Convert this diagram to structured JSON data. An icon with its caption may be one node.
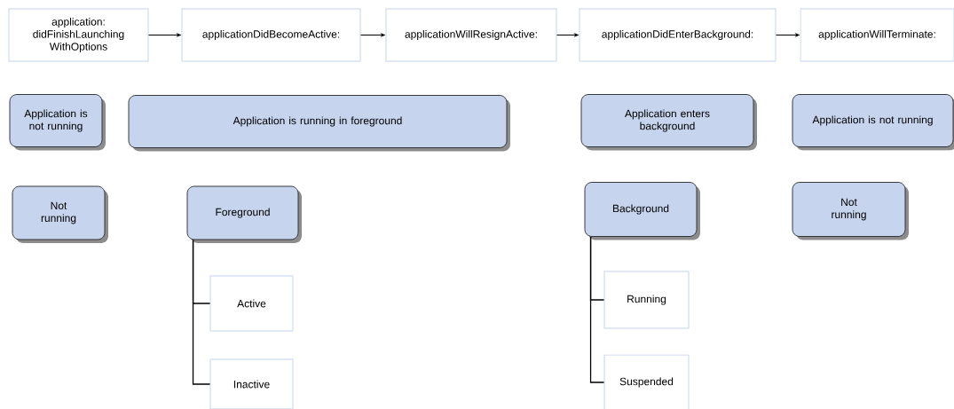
{
  "diagram": {
    "nodes": [
      {
        "text": [
          "application: didFinishLaunching WithOptions"
        ]
      },
      {
        "text": [
          "applicationDidBecomeActive:"
        ]
      },
      {
        "text": [
          "applicationWillResignActive:"
        ]
      },
      {
        "text": [
          "applicationDidEnterBackground:"
        ]
      },
      {
        "text": [
          "applicationWillTerminate:"
        ]
      },
      {
        "text": [
          "Application is not running"
        ]
      },
      {
        "text": [
          "Application is running in foreground"
        ]
      },
      {
        "text": [
          "Application enters background"
        ]
      },
      {
        "text": [
          "Application is not running"
        ]
      },
      {
        "text": [
          "Not running"
        ]
      },
      {
        "text": [
          "Foreground"
        ]
      },
      {
        "text": [
          "Background"
        ]
      },
      {
        "text": [
          "Not running"
        ]
      },
      {
        "text": [
          "Active"
        ]
      },
      {
        "text": [
          "Inactive"
        ]
      },
      {
        "text": [
          "Running"
        ]
      },
      {
        "text": [
          "Suspended"
        ]
      }
    ],
    "edges": [
      {
        "from": 0,
        "to": 1,
        "arrow": "to"
      },
      {
        "from": 1,
        "to": 2,
        "arrow": "to"
      },
      {
        "from": 2,
        "to": 3,
        "arrow": "to"
      },
      {
        "from": 3,
        "to": 4,
        "arrow": "to"
      },
      {
        "from": 10,
        "to": 13,
        "arrow": "none"
      },
      {
        "from": 10,
        "to": 14,
        "arrow": "none"
      },
      {
        "from": 11,
        "to": 15,
        "arrow": "none"
      },
      {
        "from": 11,
        "to": 16,
        "arrow": "none"
      }
    ]
  }
}
